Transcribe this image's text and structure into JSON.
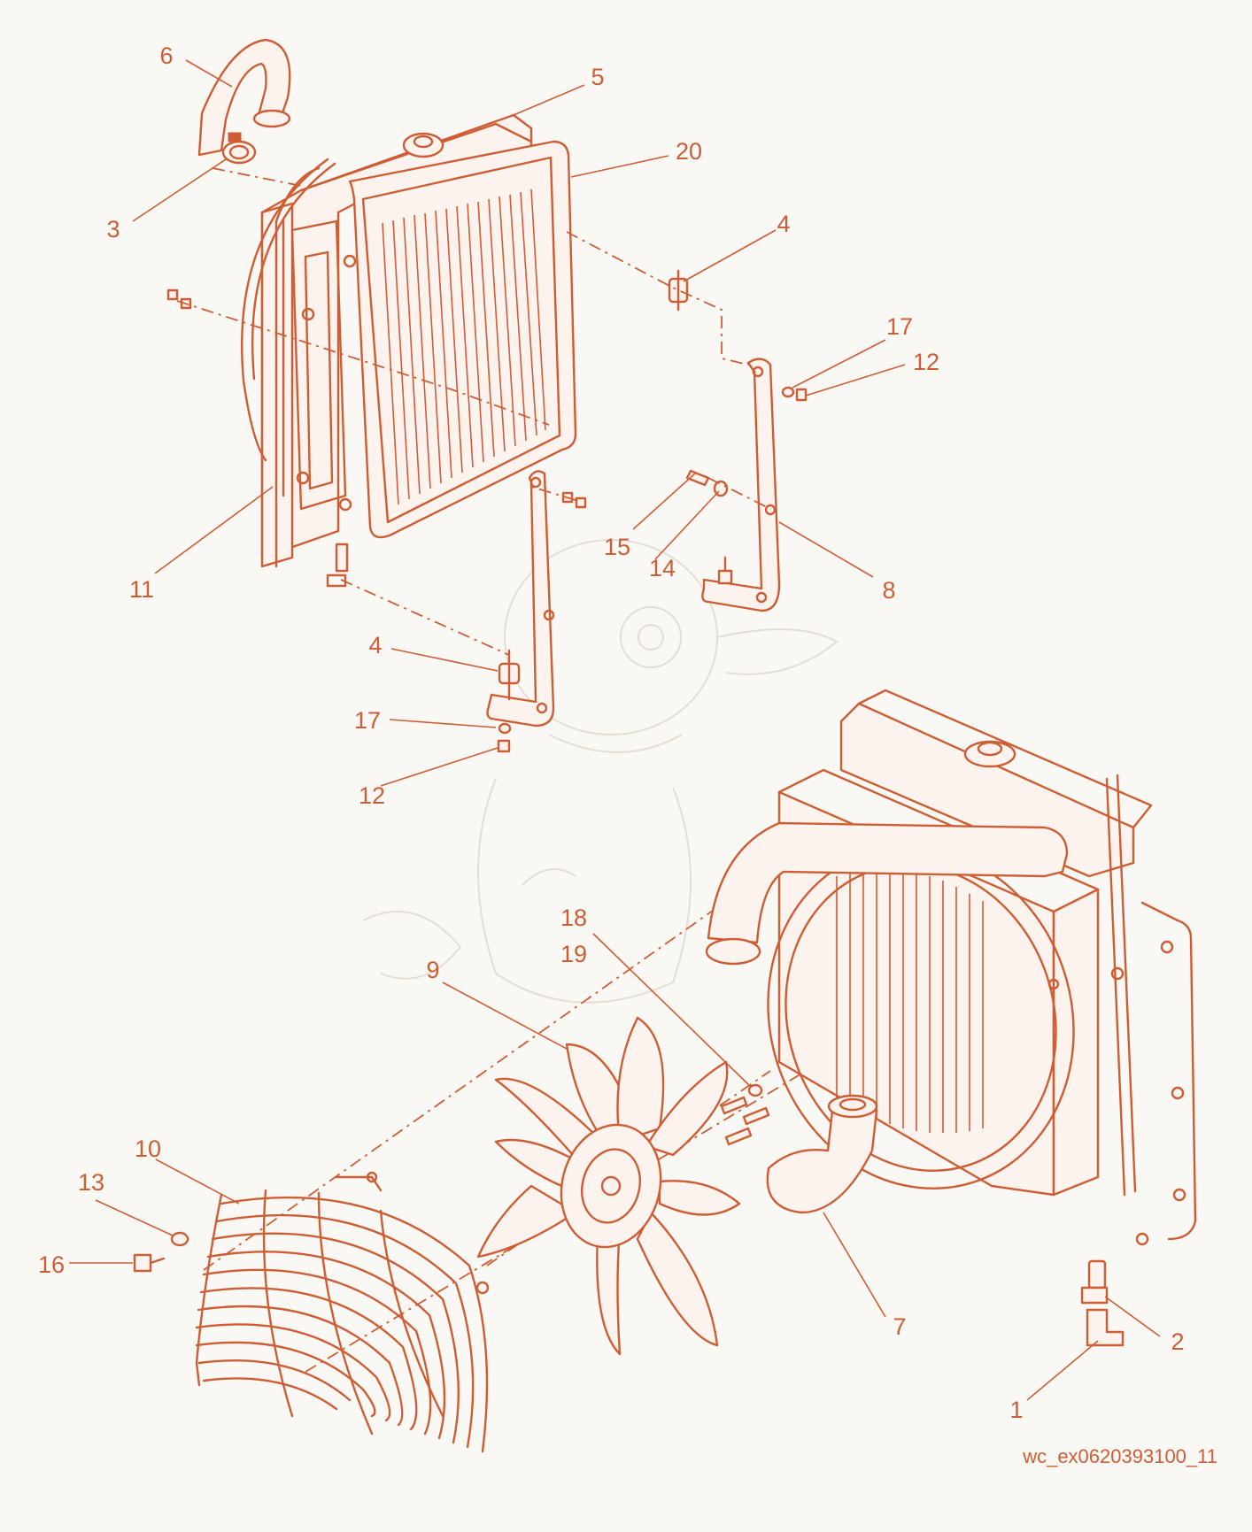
{
  "diagram": {
    "drawing_code": "wc_ex0620393100_11",
    "callouts": [
      {
        "id": "c6",
        "text": "6"
      },
      {
        "id": "c5",
        "text": "5"
      },
      {
        "id": "c20",
        "text": "20"
      },
      {
        "id": "c3",
        "text": "3"
      },
      {
        "id": "c4a",
        "text": "4"
      },
      {
        "id": "c17a",
        "text": "17"
      },
      {
        "id": "c12a",
        "text": "12"
      },
      {
        "id": "c15",
        "text": "15"
      },
      {
        "id": "c14",
        "text": "14"
      },
      {
        "id": "c8",
        "text": "8"
      },
      {
        "id": "c11",
        "text": "11"
      },
      {
        "id": "c4b",
        "text": "4"
      },
      {
        "id": "c17b",
        "text": "17"
      },
      {
        "id": "c12b",
        "text": "12"
      },
      {
        "id": "c18",
        "text": "18"
      },
      {
        "id": "c19",
        "text": "19"
      },
      {
        "id": "c9",
        "text": "9"
      },
      {
        "id": "c10",
        "text": "10"
      },
      {
        "id": "c13",
        "text": "13"
      },
      {
        "id": "c16",
        "text": "16"
      },
      {
        "id": "c7",
        "text": "7"
      },
      {
        "id": "c2",
        "text": "2"
      },
      {
        "id": "c1",
        "text": "1"
      }
    ]
  },
  "colors": {
    "ink": "#cf5d34",
    "background": "#faf8f4",
    "watermark": "#e4ddd5"
  }
}
